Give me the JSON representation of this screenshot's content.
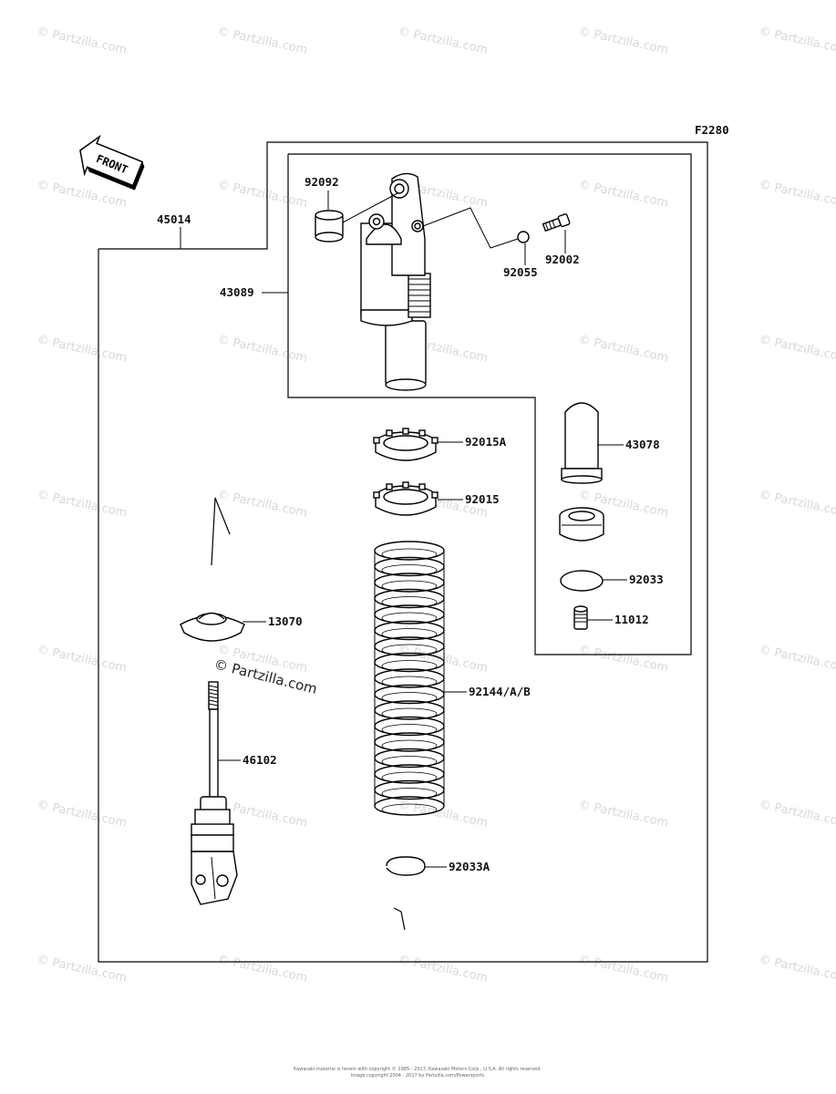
{
  "diagram": {
    "figure_code": "F2280",
    "front_label": "FRONT",
    "parts": [
      {
        "id": "p45014",
        "label": "45014"
      },
      {
        "id": "p92092",
        "label": "92092"
      },
      {
        "id": "p43089",
        "label": "43089"
      },
      {
        "id": "p92055",
        "label": "92055"
      },
      {
        "id": "p92002",
        "label": "92002"
      },
      {
        "id": "p92015A",
        "label": "92015A"
      },
      {
        "id": "p92015",
        "label": "92015"
      },
      {
        "id": "p43078",
        "label": "43078"
      },
      {
        "id": "p92033",
        "label": "92033"
      },
      {
        "id": "p11012",
        "label": "11012"
      },
      {
        "id": "p13070",
        "label": "13070"
      },
      {
        "id": "p92144",
        "label": "92144/A/B"
      },
      {
        "id": "p46102",
        "label": "46102"
      },
      {
        "id": "p92033A",
        "label": "92033A"
      }
    ],
    "copyright_watermark": "© Partzilla.com",
    "watermark_text": "© Partzilla.com",
    "footer_line1": "Kawasaki material is herein with copyright © 1985 - 2017, Kawasaki Motors Corp., U.S.A. All rights reserved.",
    "footer_line2": "Image copyright 2004 - 2017 by Partzilla.com/Powersports"
  }
}
